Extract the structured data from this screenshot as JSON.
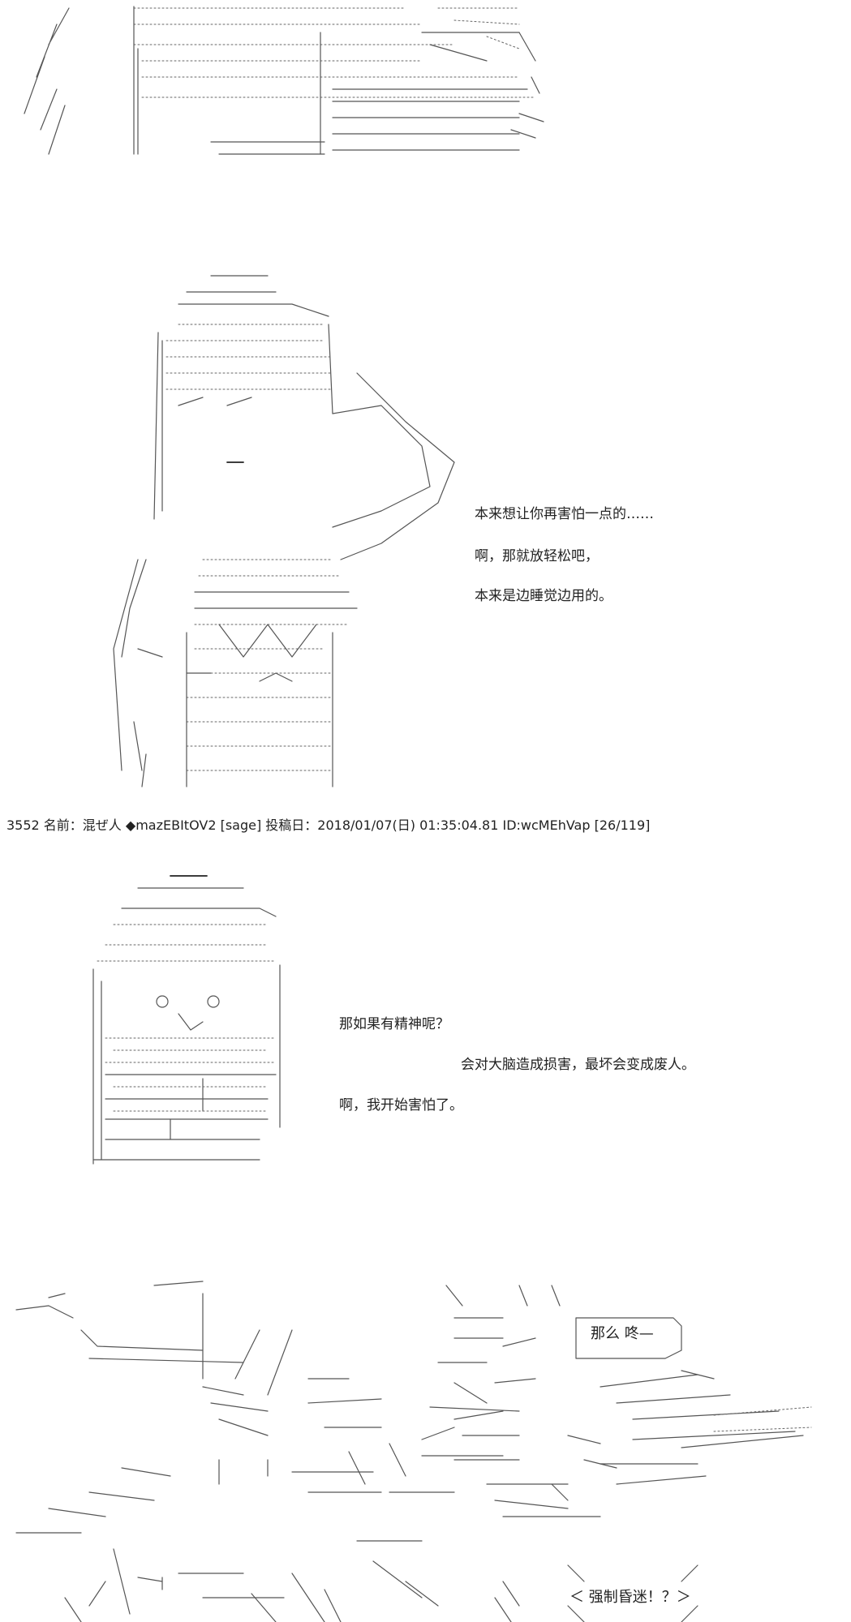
{
  "panel1": {
    "lines": []
  },
  "panel2": {
    "lines": [
      "本来想让你再害怕一点的……",
      "啊，那就放轻松吧，",
      "本来是边睡觉边用的。"
    ]
  },
  "post_header": "3552 名前：混ぜ人 ◆mazEBItOV2 [sage] 投稿日：2018/01/07(日) 01:35:04.81 ID:wcMEhVap [26/119]",
  "panel3": {
    "lines": [
      "那如果有精神呢？",
      "会对大脑造成损害，最坏会变成废人。",
      "啊，我开始害怕了。"
    ]
  },
  "panel4": {
    "bubble_top": "那么 咚—",
    "bubble_bottom": "＜ 强制昏迷！？＞"
  }
}
